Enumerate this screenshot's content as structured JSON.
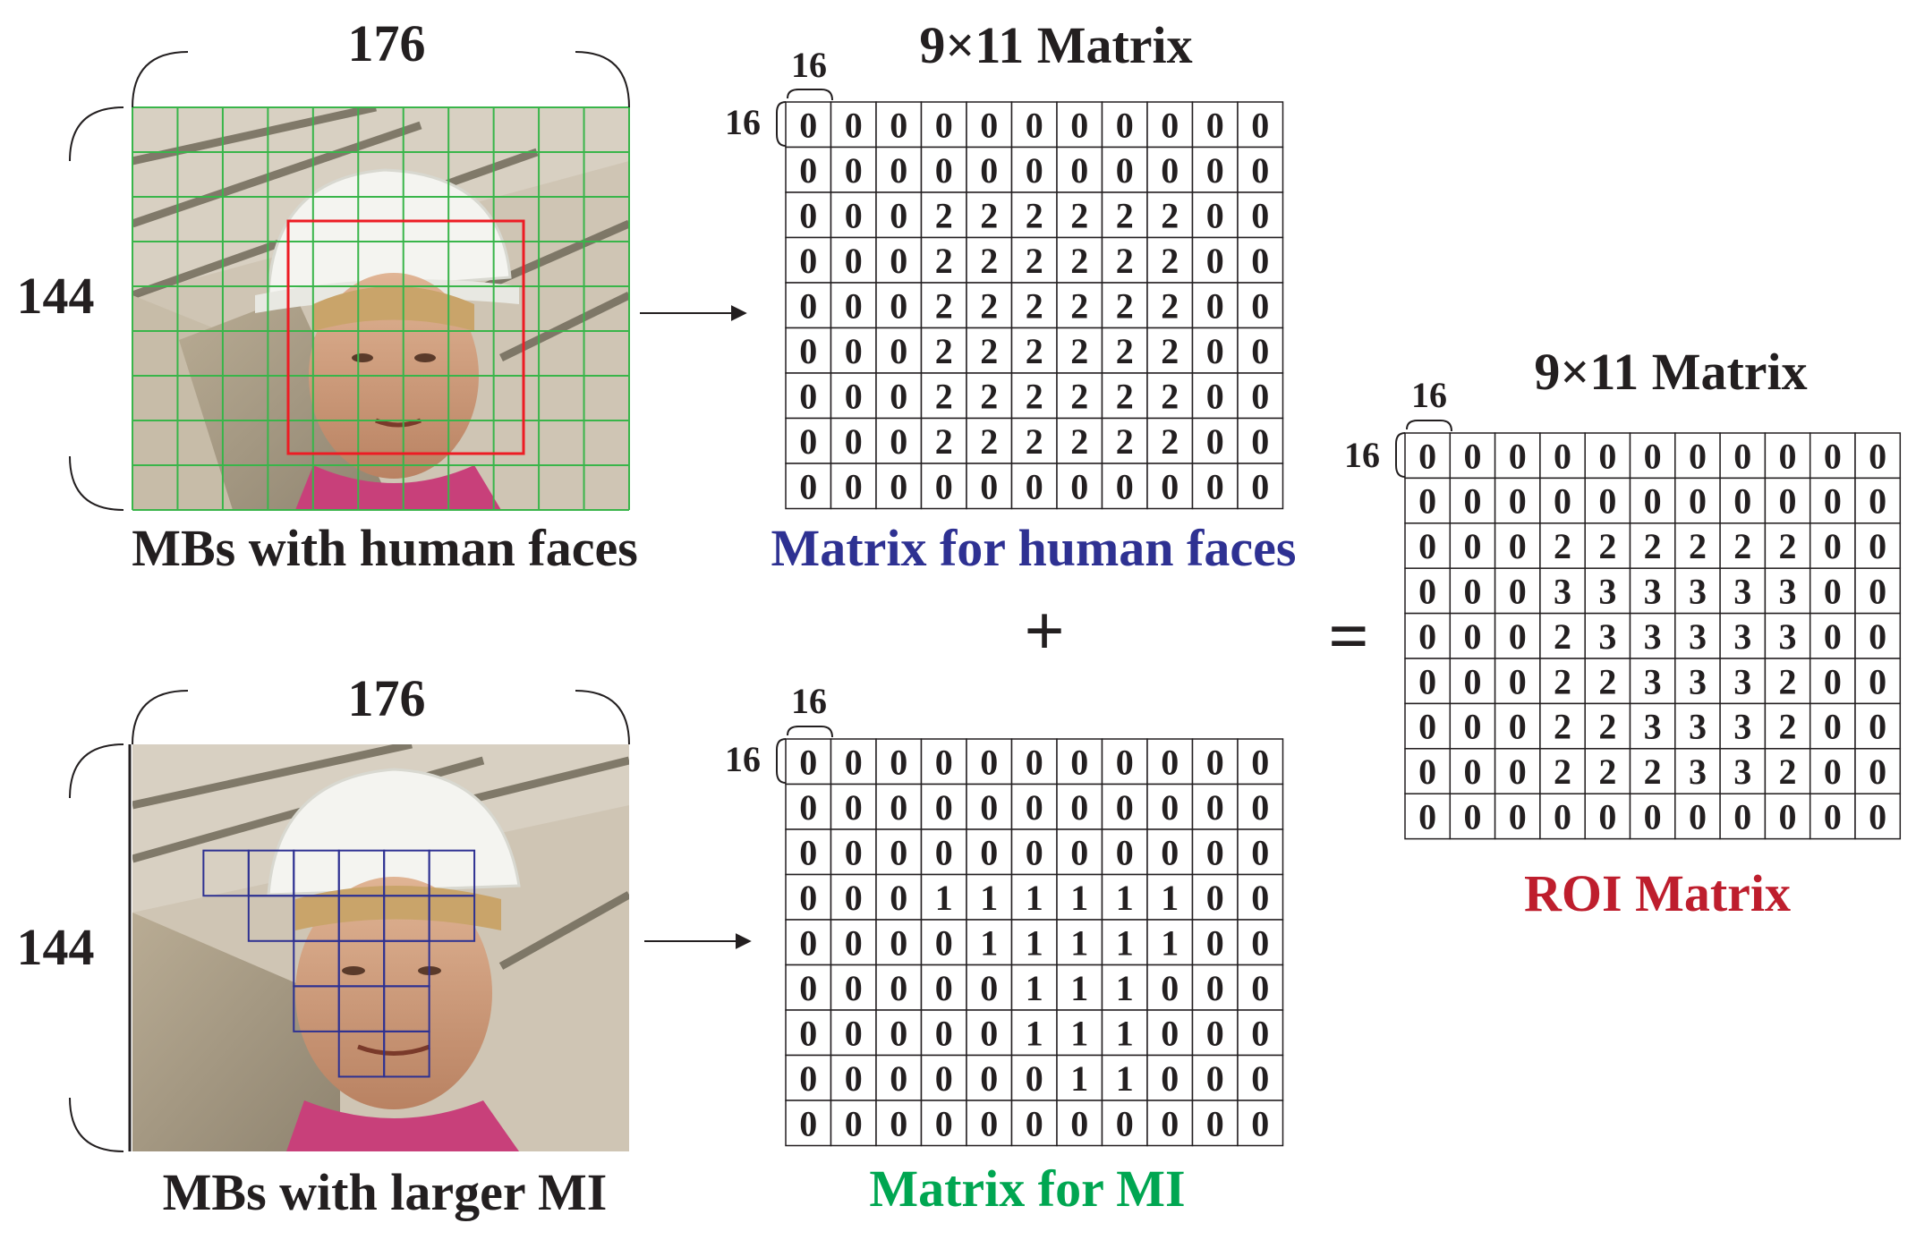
{
  "top_panel": {
    "width_label": "176",
    "height_label": "144",
    "caption": "MBs with human faces"
  },
  "bottom_panel": {
    "width_label": "176",
    "height_label": "144",
    "caption": "MBs with larger MI"
  },
  "face_matrix": {
    "title": "9×11 Matrix",
    "cell_w_label": "16",
    "cell_h_label": "16",
    "caption": "Matrix for human faces",
    "caption_color": "#2e3192",
    "rows": [
      [
        0,
        0,
        0,
        0,
        0,
        0,
        0,
        0,
        0,
        0,
        0
      ],
      [
        0,
        0,
        0,
        0,
        0,
        0,
        0,
        0,
        0,
        0,
        0
      ],
      [
        0,
        0,
        0,
        2,
        2,
        2,
        2,
        2,
        2,
        0,
        0
      ],
      [
        0,
        0,
        0,
        2,
        2,
        2,
        2,
        2,
        2,
        0,
        0
      ],
      [
        0,
        0,
        0,
        2,
        2,
        2,
        2,
        2,
        2,
        0,
        0
      ],
      [
        0,
        0,
        0,
        2,
        2,
        2,
        2,
        2,
        2,
        0,
        0
      ],
      [
        0,
        0,
        0,
        2,
        2,
        2,
        2,
        2,
        2,
        0,
        0
      ],
      [
        0,
        0,
        0,
        2,
        2,
        2,
        2,
        2,
        2,
        0,
        0
      ],
      [
        0,
        0,
        0,
        0,
        0,
        0,
        0,
        0,
        0,
        0,
        0
      ]
    ]
  },
  "mi_matrix": {
    "cell_w_label": "16",
    "cell_h_label": "16",
    "caption": "Matrix for MI",
    "caption_color": "#00a651",
    "rows": [
      [
        0,
        0,
        0,
        0,
        0,
        0,
        0,
        0,
        0,
        0,
        0
      ],
      [
        0,
        0,
        0,
        0,
        0,
        0,
        0,
        0,
        0,
        0,
        0
      ],
      [
        0,
        0,
        0,
        0,
        0,
        0,
        0,
        0,
        0,
        0,
        0
      ],
      [
        0,
        0,
        0,
        1,
        1,
        1,
        1,
        1,
        1,
        0,
        0
      ],
      [
        0,
        0,
        0,
        0,
        1,
        1,
        1,
        1,
        1,
        0,
        0
      ],
      [
        0,
        0,
        0,
        0,
        0,
        1,
        1,
        1,
        0,
        0,
        0
      ],
      [
        0,
        0,
        0,
        0,
        0,
        1,
        1,
        1,
        0,
        0,
        0
      ],
      [
        0,
        0,
        0,
        0,
        0,
        0,
        1,
        1,
        0,
        0,
        0
      ],
      [
        0,
        0,
        0,
        0,
        0,
        0,
        0,
        0,
        0,
        0,
        0
      ]
    ]
  },
  "roi_matrix": {
    "title": "9×11 Matrix",
    "cell_w_label": "16",
    "cell_h_label": "16",
    "caption": "ROI Matrix",
    "caption_color": "#be1e2d",
    "rows": [
      [
        0,
        0,
        0,
        0,
        0,
        0,
        0,
        0,
        0,
        0,
        0
      ],
      [
        0,
        0,
        0,
        0,
        0,
        0,
        0,
        0,
        0,
        0,
        0
      ],
      [
        0,
        0,
        0,
        2,
        2,
        2,
        2,
        2,
        2,
        0,
        0
      ],
      [
        0,
        0,
        0,
        3,
        3,
        3,
        3,
        3,
        3,
        0,
        0
      ],
      [
        0,
        0,
        0,
        2,
        3,
        3,
        3,
        3,
        3,
        0,
        0
      ],
      [
        0,
        0,
        0,
        2,
        2,
        3,
        3,
        3,
        2,
        0,
        0
      ],
      [
        0,
        0,
        0,
        2,
        2,
        3,
        3,
        3,
        2,
        0,
        0
      ],
      [
        0,
        0,
        0,
        2,
        2,
        2,
        3,
        3,
        2,
        0,
        0
      ],
      [
        0,
        0,
        0,
        0,
        0,
        0,
        0,
        0,
        0,
        0,
        0
      ]
    ]
  },
  "operators": {
    "plus": "+",
    "equals": "="
  },
  "colors": {
    "face_grid": "#39b54a",
    "face_box": "#ed1c24",
    "mi_grid": "#2e3192",
    "text": "#231f20"
  }
}
